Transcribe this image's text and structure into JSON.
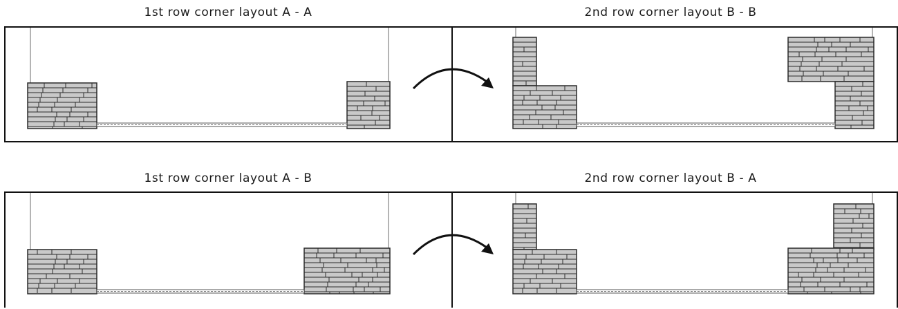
{
  "rows": [
    {
      "left_title": "1st row corner layout A - A",
      "right_title": "2nd row corner layout B - B"
    },
    {
      "left_title": "1st row corner layout A - B",
      "right_title": "2nd row corner layout B - A"
    }
  ],
  "colors": {
    "stone_fill": "#c9c9c9",
    "stone_stroke": "#2a2a2a",
    "post": "#9a9a9a",
    "frame": "#111111"
  }
}
